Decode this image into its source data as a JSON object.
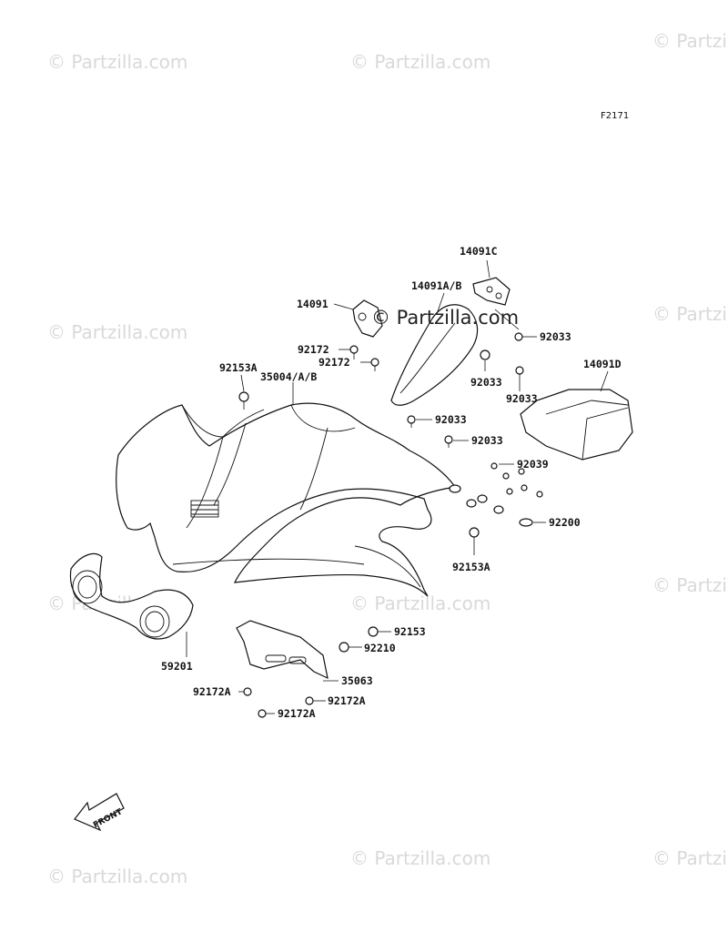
{
  "diagram": {
    "id": "F2171",
    "watermark": "© Partzilla.com",
    "watermark_center": "© Partzilla.com",
    "front_label": "FRONT",
    "labels": {
      "p14091C": "14091C",
      "p14091AB": "14091A/B",
      "p14091": "14091",
      "p92033a": "92033",
      "p92172": "92172",
      "p92172b": "92172",
      "p92153A": "92153A",
      "p35004AB": "35004/A/B",
      "p92033b": "92033",
      "p14091D": "14091D",
      "p92033c": "92033",
      "p92033d": "92033",
      "p92033e": "92033",
      "p92039": "92039",
      "p92200": "92200",
      "p92153Ab": "92153A",
      "p59201": "59201",
      "p92153": "92153",
      "p92210": "92210",
      "p35063": "35063",
      "p92172A": "92172A",
      "p92172Ab": "92172A",
      "p92172Ac": "92172A"
    }
  }
}
